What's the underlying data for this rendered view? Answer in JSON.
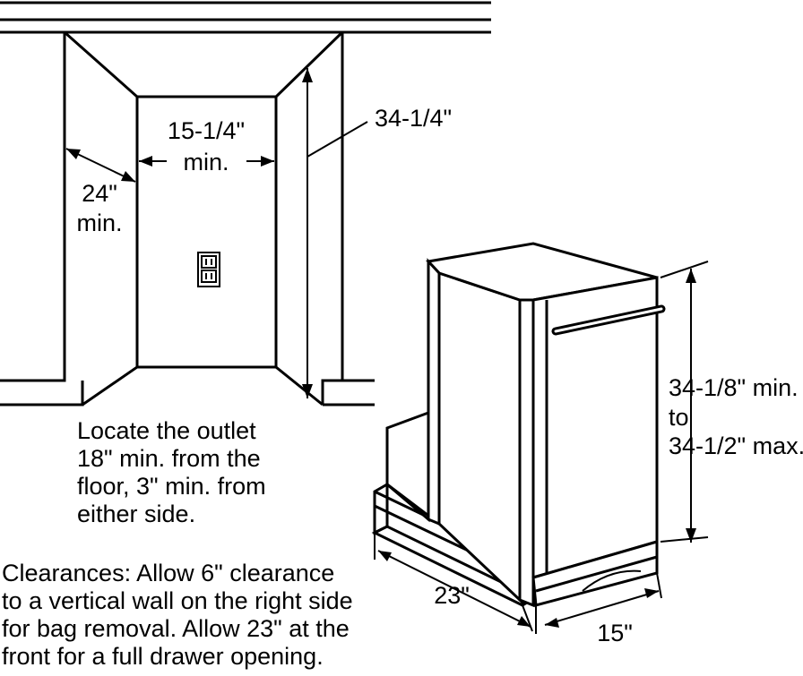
{
  "niche": {
    "width_label_line1": "15-1/4\"",
    "width_label_line2": "min.",
    "depth_label_line1": "24\"",
    "depth_label_line2": "min.",
    "height_label": "34-1/4\""
  },
  "compactor": {
    "height_line1": "34-1/8\" min.",
    "height_line2": "to",
    "height_line3": "34-1/2\" max.",
    "depth_label": "23\"",
    "width_label": "15\""
  },
  "notes": {
    "outlet": [
      "Locate the outlet",
      "18\" min. from the",
      "floor, 3\" min. from",
      "either side."
    ],
    "clearances": [
      "Clearances: Allow 6\" clearance",
      "to a vertical wall on the right side",
      "for bag removal. Allow 23\" at the",
      "front for a full drawer opening."
    ]
  }
}
